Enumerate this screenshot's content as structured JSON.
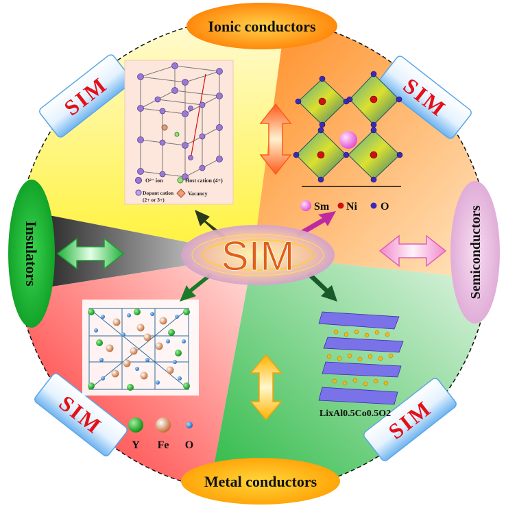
{
  "center_label": "SIM",
  "categories": {
    "top": "Ionic conductors",
    "left": "Insulators",
    "right": "Semiconductors",
    "bottom": "Metal conductors"
  },
  "badge_label": "SIM",
  "fluorite_legend": {
    "oxygen": "O²⁻ ion",
    "host": "Host cation (4+)",
    "dopant_line1": "Dopant cation",
    "dopant_line2": "(2+ or 3+)",
    "vacancy": "Vacancy"
  },
  "perovskite_legend": {
    "a": "Sm",
    "b": "Ni",
    "c": "O"
  },
  "garnet_legend": {
    "a": "Y",
    "b": "Fe",
    "c": "O"
  },
  "layered_formula": "LixAl0.5Co0.5O2",
  "colors": {
    "oval_orange": "#ff8c00",
    "oval_green": "#1db233",
    "oval_pink": "#e8b6df",
    "sector_yellow": "#fff23a",
    "sector_orange": "#ff9b3a",
    "sector_red": "#ff2a2a",
    "sector_green": "#2ec049",
    "badge_red": "#e3101a"
  }
}
